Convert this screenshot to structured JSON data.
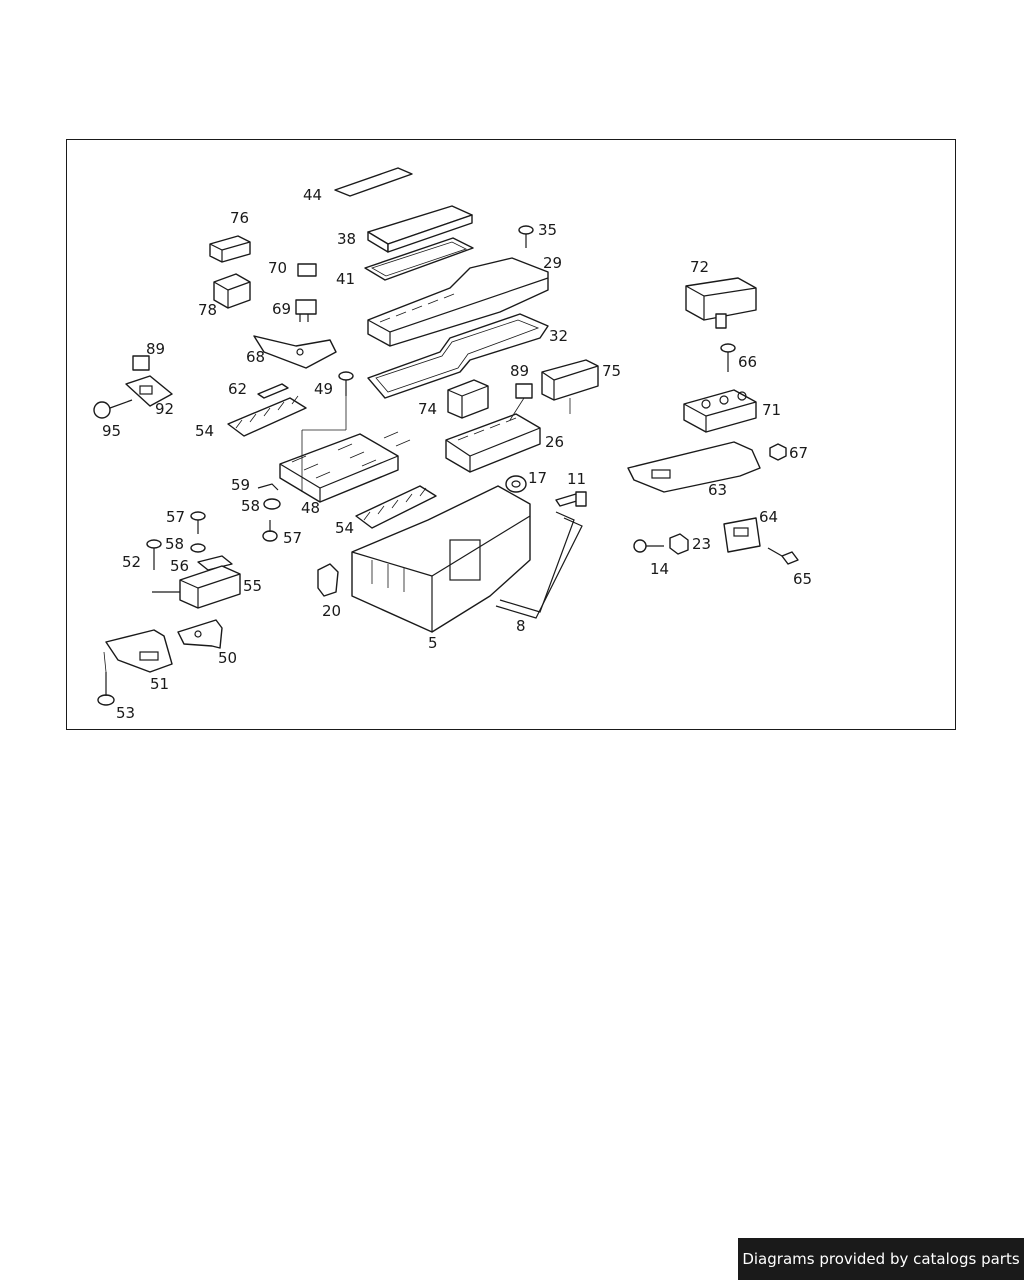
{
  "diagram": {
    "callouts": [
      "44",
      "38",
      "35",
      "76",
      "70",
      "29",
      "41",
      "78",
      "69",
      "72",
      "32",
      "89",
      "68",
      "66",
      "62",
      "49",
      "75",
      "92",
      "89",
      "74",
      "95",
      "54",
      "71",
      "26",
      "67",
      "59",
      "17",
      "11",
      "48",
      "63",
      "58",
      "57",
      "54",
      "64",
      "57",
      "58",
      "23",
      "52",
      "56",
      "55",
      "14",
      "65",
      "20",
      "8",
      "5",
      "50",
      "51",
      "53"
    ]
  },
  "footer": {
    "credit": "Diagrams provided by catalogs parts"
  }
}
